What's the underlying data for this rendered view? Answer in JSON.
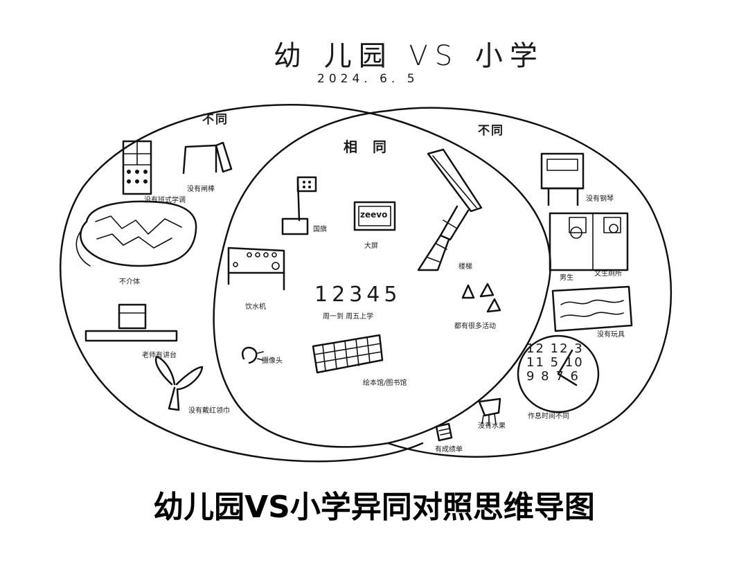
{
  "header": {
    "title": "幼 儿园 VS 小学",
    "date": "2024. 6. 5"
  },
  "regions": {
    "left_label": "不同",
    "middle_label": "相同",
    "right_label": "不同"
  },
  "left_items": {
    "class_tables": "没有班式学调",
    "no_door": "没有闸棒",
    "playground": "不介体",
    "teacher_table": "老师有讲台",
    "red_scarf": "没有戴红领巾"
  },
  "middle_items": {
    "flag": "国旗",
    "screen": "大屏",
    "screen_brand": "zeevo",
    "stairs": "楼梯",
    "computer_desk": "饮水机",
    "weekdays_numbers": "12345",
    "weekdays": "周一到 周五上学",
    "activities": "都有很多活动",
    "camera": "摄像头",
    "library": "绘本馆/图书馆"
  },
  "right_items": {
    "no_piano": "没有钢琴",
    "toilet_male": "男生",
    "toilet_label": "文生厕所",
    "no_toys": "没有玩具",
    "schedule": "作息时间不同",
    "clock_numbers": "12 12 3 11 5 10 9 8 7 6",
    "no_snack": "没有水果",
    "report_card": "有成绩单"
  },
  "caption": "幼儿园VS小学异同对照思维导图"
}
